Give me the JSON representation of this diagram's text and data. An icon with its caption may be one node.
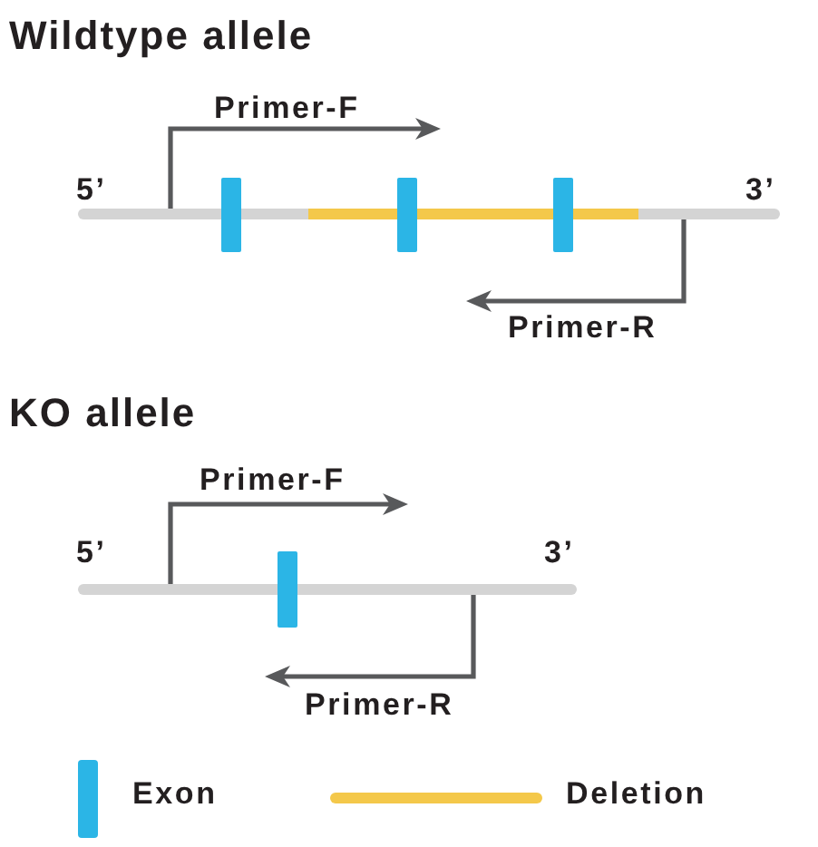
{
  "diagram": {
    "labels": [
      "Wildtype allele",
      "Primer-F",
      "5’",
      "3’",
      "Primer-R",
      "KO allele",
      "Primer-F",
      "5’",
      "3’",
      "Primer-R"
    ],
    "legend": [
      {
        "text": "Exon",
        "color": "#2bb5e6"
      },
      {
        "text": "Deletion",
        "color": "#f4c84a"
      }
    ]
  }
}
